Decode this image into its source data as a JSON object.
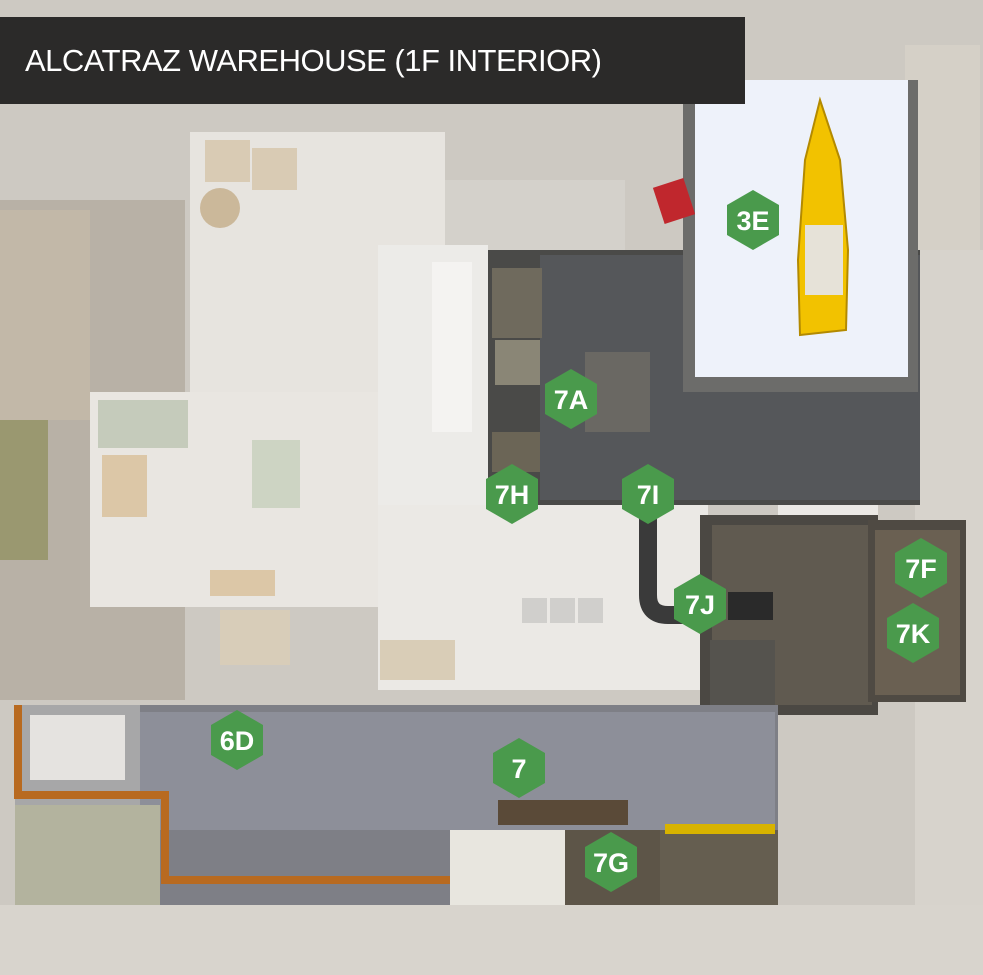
{
  "title": "ALCATRAZ WAREHOUSE (1F INTERIOR)",
  "marker_color": "#4a9a4c",
  "markers": [
    {
      "id": "3E",
      "label": "3E"
    },
    {
      "id": "7A",
      "label": "7A"
    },
    {
      "id": "7H",
      "label": "7H"
    },
    {
      "id": "7I",
      "label": "7I"
    },
    {
      "id": "7J",
      "label": "7J"
    },
    {
      "id": "7F",
      "label": "7F"
    },
    {
      "id": "7K",
      "label": "7K"
    },
    {
      "id": "6D",
      "label": "6D"
    },
    {
      "id": "7",
      "label": "7"
    },
    {
      "id": "7G",
      "label": "7G"
    }
  ]
}
